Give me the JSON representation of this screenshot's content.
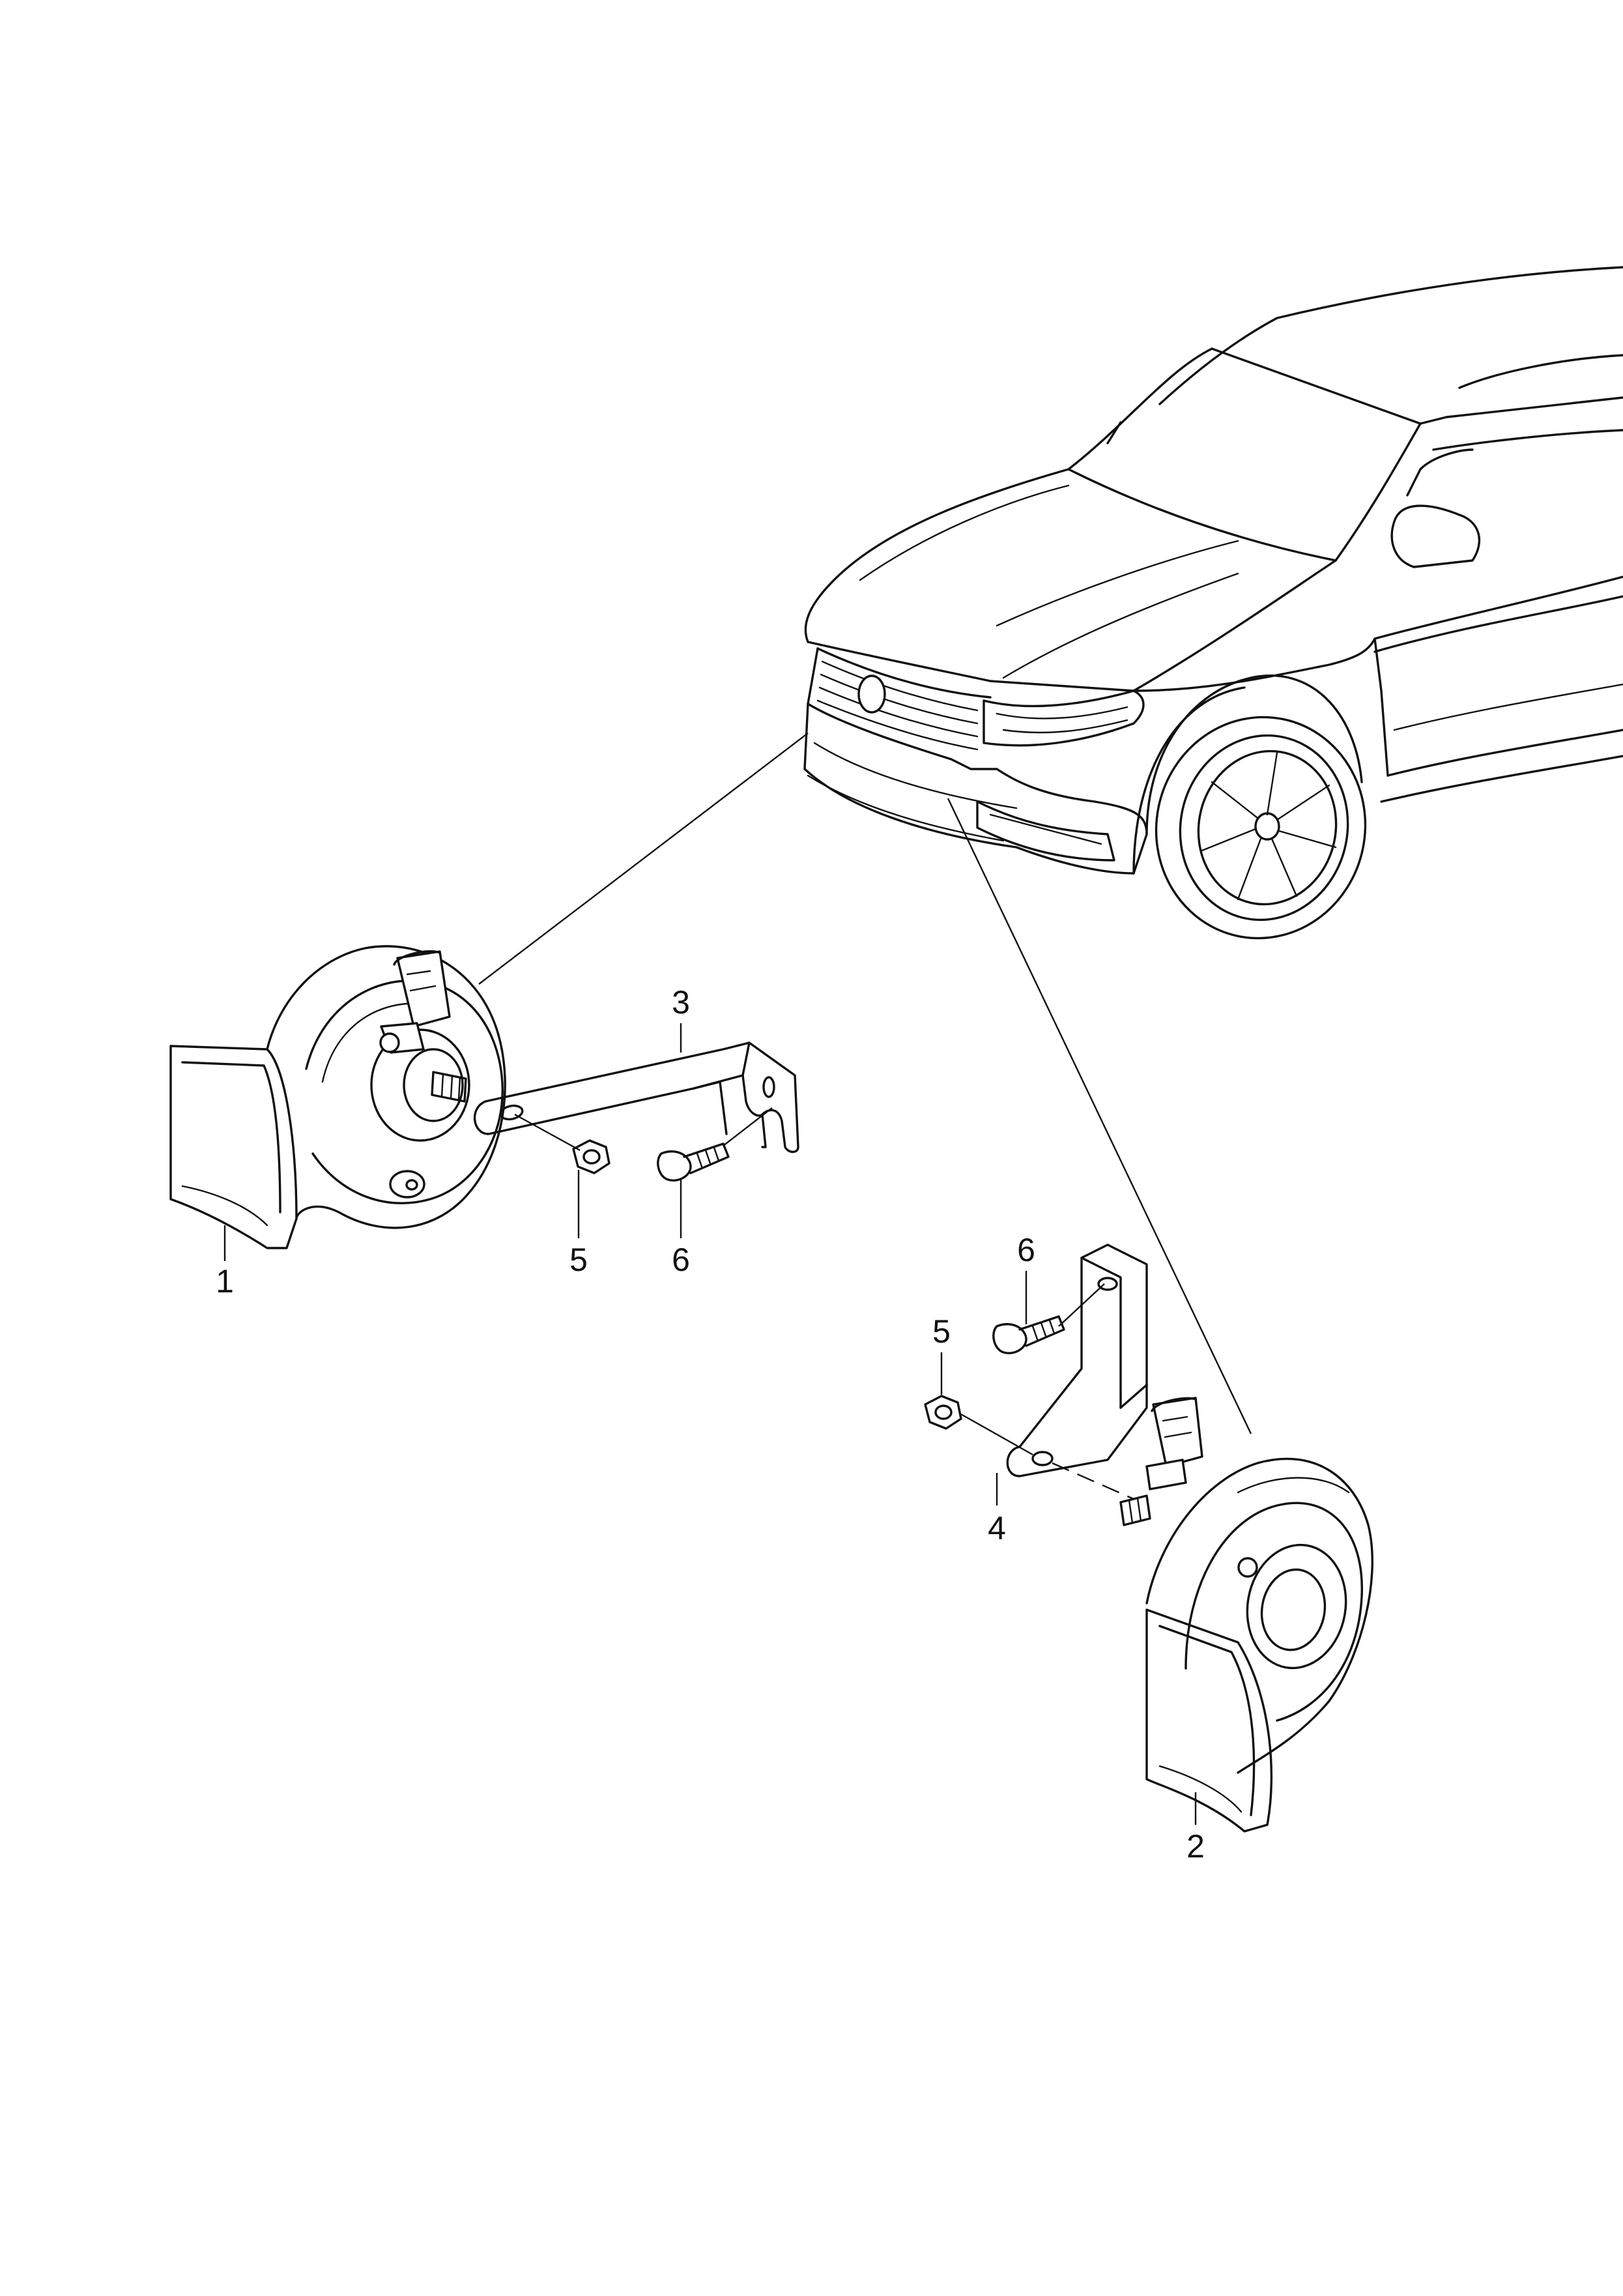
{
  "callouts": {
    "horn_left": "1",
    "horn_right": "2",
    "bracket_left": "3",
    "bracket_right": "4",
    "nut_left": "5",
    "nut_right": "5",
    "bolt_left": "6",
    "bolt_right": "6"
  }
}
